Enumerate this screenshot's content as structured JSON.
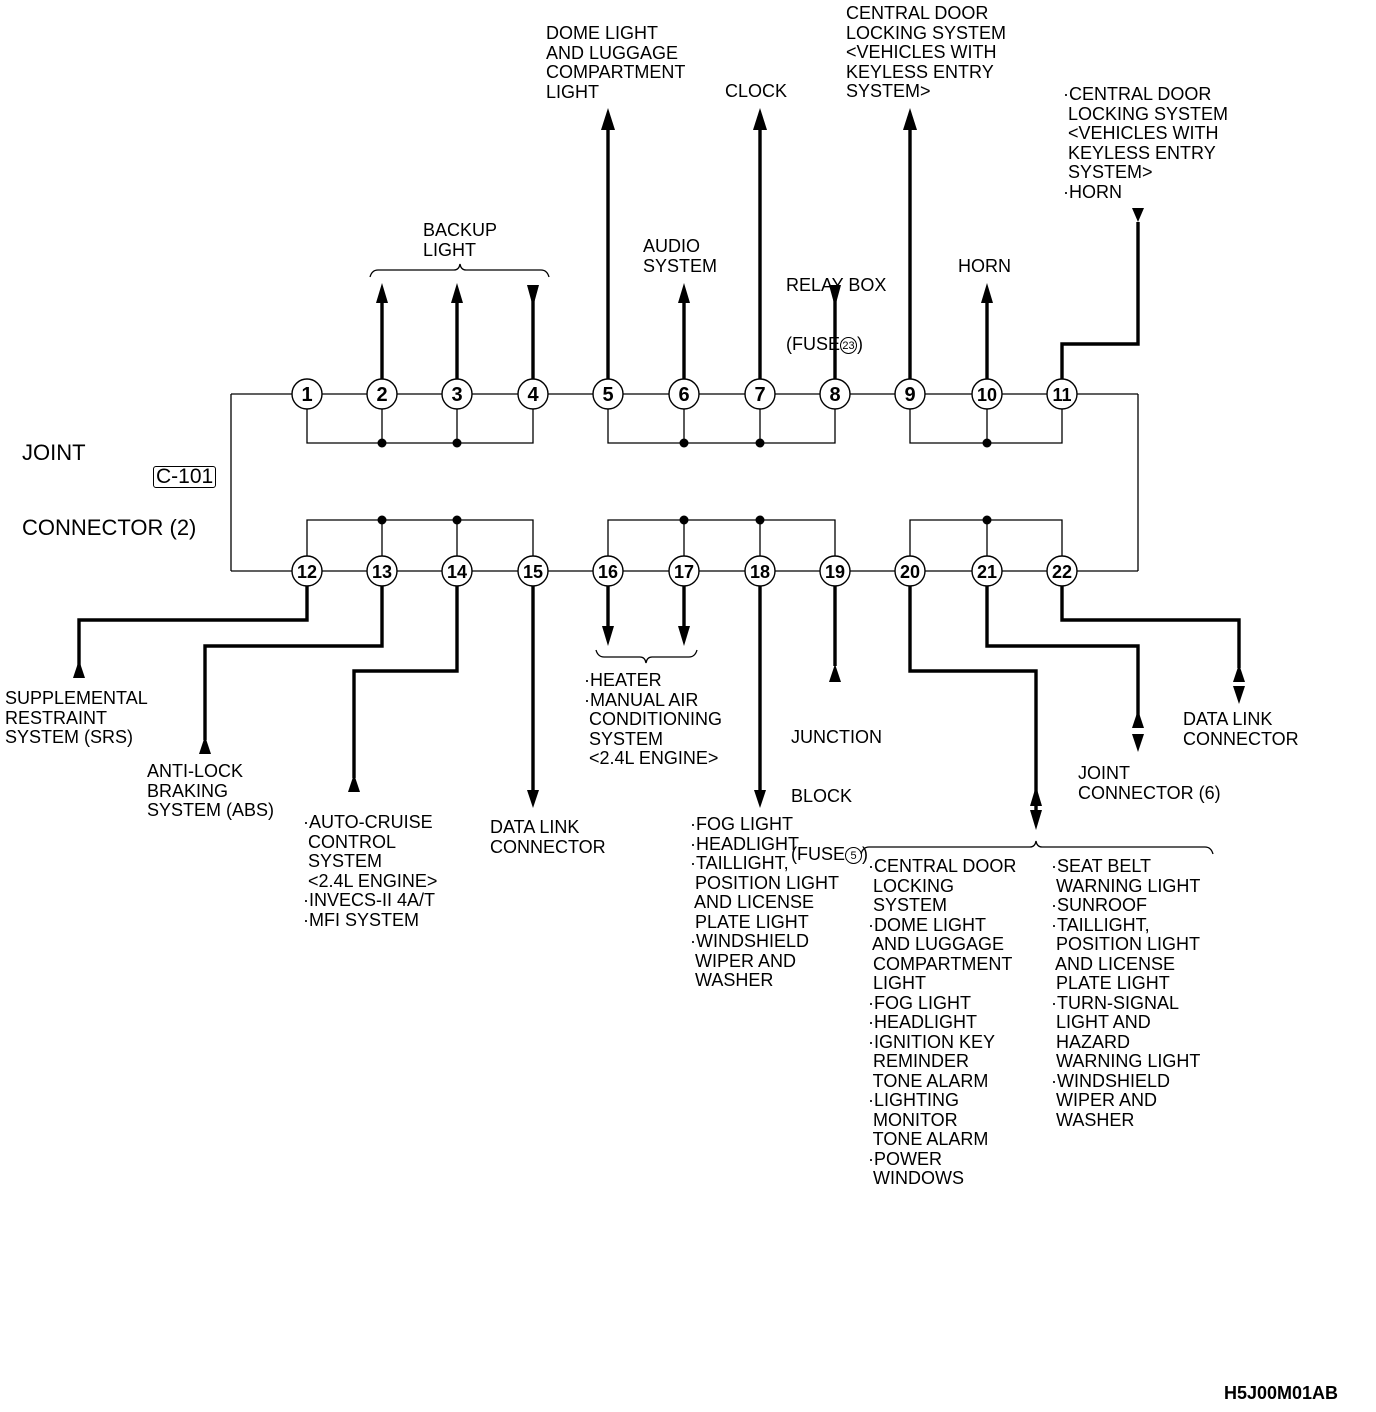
{
  "connector": {
    "name_line1": "JOINT",
    "name_line2": "CONNECTOR (2)",
    "code": "C-101"
  },
  "pins_top": [
    "1",
    "2",
    "3",
    "4",
    "5",
    "6",
    "7",
    "8",
    "9",
    "10",
    "11"
  ],
  "pins_bottom": [
    "12",
    "13",
    "14",
    "15",
    "16",
    "17",
    "18",
    "19",
    "20",
    "21",
    "22"
  ],
  "labels": {
    "backup_light": [
      "BACKUP",
      "LIGHT"
    ],
    "dome_light": [
      "DOME LIGHT",
      "AND LUGGAGE",
      "COMPARTMENT",
      "LIGHT"
    ],
    "clock": [
      "CLOCK"
    ],
    "central_door_top": [
      "CENTRAL DOOR",
      "LOCKING SYSTEM",
      "<VEHICLES WITH",
      "KEYLESS ENTRY",
      "SYSTEM>"
    ],
    "central_door_horn": [
      "·CENTRAL DOOR",
      " LOCKING SYSTEM",
      " <VEHICLES WITH",
      " KEYLESS ENTRY",
      " SYSTEM>",
      "·HORN"
    ],
    "audio_system": [
      "AUDIO",
      "SYSTEM"
    ],
    "relay_box_line1": "RELAY BOX",
    "relay_box_fuse_prefix": "(FUSE",
    "relay_box_fuse_num": "23",
    "relay_box_fuse_suffix": ")",
    "horn": [
      "HORN"
    ],
    "srs": [
      "SUPPLEMENTAL",
      "RESTRAINT",
      "SYSTEM (SRS)"
    ],
    "abs": [
      "ANTI-LOCK",
      "BRAKING",
      "SYSTEM (ABS)"
    ],
    "auto_cruise": [
      "·AUTO-CRUISE",
      " CONTROL",
      " SYSTEM",
      " <2.4L ENGINE>",
      "·INVECS-II 4A/T",
      "·MFI SYSTEM"
    ],
    "data_link_15": [
      "DATA LINK",
      "CONNECTOR"
    ],
    "heater": [
      "·HEATER",
      "·MANUAL AIR",
      " CONDITIONING",
      " SYSTEM",
      " <2.4L ENGINE>"
    ],
    "fog_light": [
      "·FOG LIGHT",
      "·HEADLIGHT",
      "·TAILLIGHT,",
      " POSITION LIGHT",
      " AND LICENSE",
      " PLATE LIGHT",
      "·WINDSHIELD",
      " WIPER AND",
      " WASHER"
    ],
    "junction_block_line1": "JUNCTION",
    "junction_block_line2": "BLOCK",
    "junction_block_fuse_prefix": "(FUSE",
    "junction_block_fuse_num": "5",
    "junction_block_fuse_suffix": ")",
    "joint_connector_6": [
      "JOINT",
      "CONNECTOR (6)"
    ],
    "data_link_22": [
      "DATA LINK",
      "CONNECTOR"
    ],
    "pin20_col1": [
      "·CENTRAL DOOR",
      " LOCKING",
      " SYSTEM",
      "·DOME LIGHT",
      " AND LUGGAGE",
      " COMPARTMENT",
      " LIGHT",
      "·FOG LIGHT",
      "·HEADLIGHT",
      "·IGNITION KEY",
      " REMINDER",
      " TONE ALARM",
      "·LIGHTING",
      " MONITOR",
      " TONE ALARM",
      "·POWER",
      " WINDOWS"
    ],
    "pin20_col2": [
      "·SEAT BELT",
      " WARNING LIGHT",
      "·SUNROOF",
      "·TAILLIGHT,",
      " POSITION LIGHT",
      " AND LICENSE",
      " PLATE LIGHT",
      "·TURN-SIGNAL",
      " LIGHT AND",
      " HAZARD",
      " WARNING LIGHT",
      "·WINDSHIELD",
      " WIPER AND",
      " WASHER"
    ]
  },
  "figure_ref": "H5J00M01AB"
}
